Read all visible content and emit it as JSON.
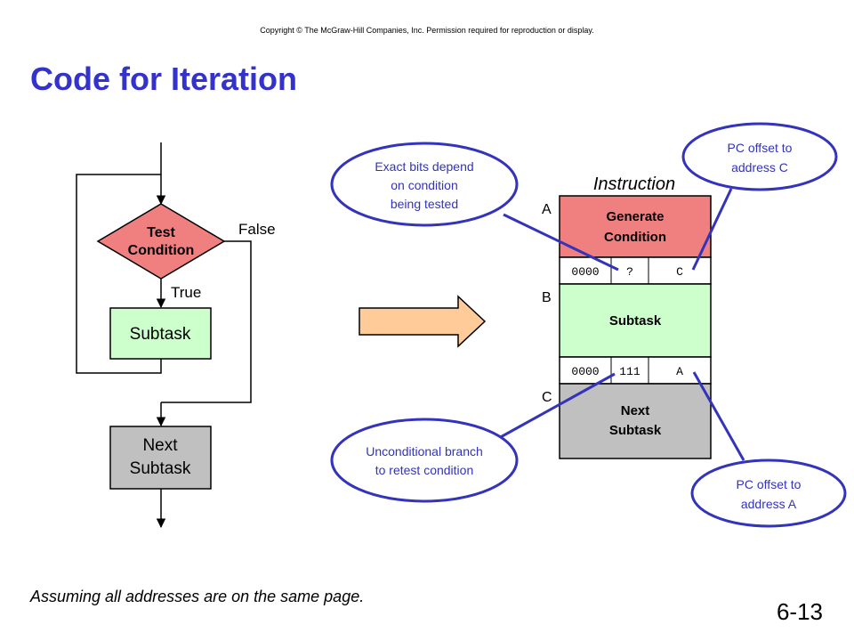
{
  "copyright": "Copyright © The McGraw-Hill Companies, Inc. Permission required for reproduction or display.",
  "title": "Code for Iteration",
  "footnote": "Assuming all addresses are on the same page.",
  "slide_number": "6-13",
  "flowchart": {
    "test_line1": "Test",
    "test_line2": "Condition",
    "false_label": "False",
    "true_label": "True",
    "subtask": "Subtask",
    "next_line1": "Next",
    "next_line2": "Subtask"
  },
  "instruction": {
    "header": "Instruction",
    "label_a": "A",
    "label_b": "B",
    "label_c": "C",
    "generate_line1": "Generate",
    "generate_line2": "Condition",
    "branch1": {
      "opcode": "0000",
      "cond": "?",
      "target": "C"
    },
    "subtask": "Subtask",
    "branch2": {
      "opcode": "0000",
      "cond": "111",
      "target": "A"
    },
    "next_line1": "Next",
    "next_line2": "Subtask"
  },
  "callouts": {
    "exact_bits": [
      "Exact bits depend",
      "on condition",
      "being tested"
    ],
    "pc_offset_c": [
      "PC offset to",
      "address C"
    ],
    "unconditional": [
      "Unconditional branch",
      "to retest condition"
    ],
    "pc_offset_a": [
      "PC offset to",
      "address A"
    ]
  },
  "colors": {
    "title": "#3333cc",
    "test_diamond": "#f08080",
    "subtask_box": "#ccffcc",
    "next_box": "#c0c0c0",
    "arrow_fill": "#ffcc99",
    "callout_stroke": "#3333bb"
  }
}
